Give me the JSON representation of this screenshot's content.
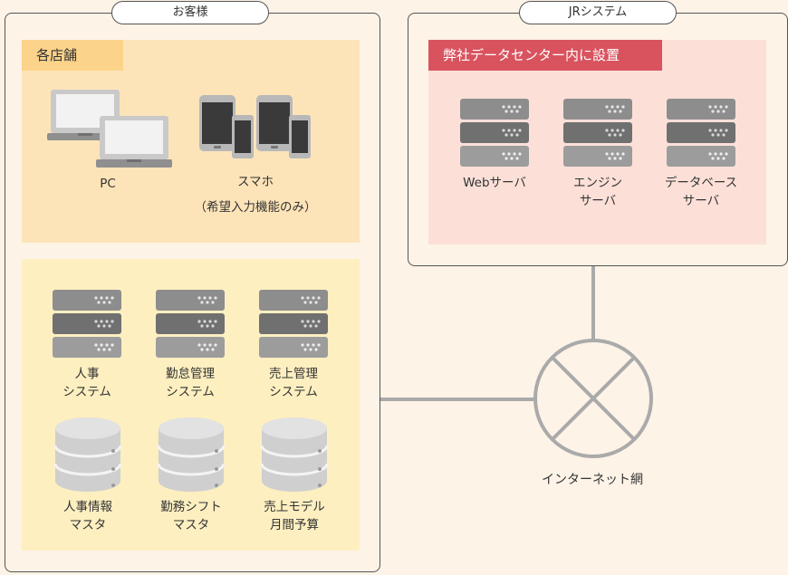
{
  "customer": {
    "title": "お客様",
    "stores": {
      "label": "各店舗",
      "devices": [
        {
          "icon": "laptop-pc-icon",
          "lines": [
            "PC"
          ]
        },
        {
          "icon": "smartphone-tablet-icon",
          "lines": [
            "スマホ",
            "（希望入力機能のみ）"
          ]
        }
      ]
    },
    "systems": [
      {
        "icon": "server-icon",
        "lines": [
          "人事",
          "システム"
        ]
      },
      {
        "icon": "server-icon",
        "lines": [
          "勤怠管理",
          "システム"
        ]
      },
      {
        "icon": "server-icon",
        "lines": [
          "売上管理",
          "システム"
        ]
      }
    ],
    "masters": [
      {
        "icon": "database-icon",
        "lines": [
          "人事情報",
          "マスタ"
        ]
      },
      {
        "icon": "database-icon",
        "lines": [
          "勤務シフト",
          "マスタ"
        ]
      },
      {
        "icon": "database-icon",
        "lines": [
          "売上モデル",
          "月間予算"
        ]
      }
    ]
  },
  "jr": {
    "title": "JRシステム",
    "datacenter": {
      "label": "弊社データセンター内に設置",
      "servers": [
        {
          "icon": "server-icon",
          "lines": [
            "Webサーバ"
          ]
        },
        {
          "icon": "server-icon",
          "lines": [
            "エンジン",
            "サーバ"
          ]
        },
        {
          "icon": "server-icon",
          "lines": [
            "データベース",
            "サーバ"
          ]
        }
      ]
    }
  },
  "internet": {
    "label": "インターネット網",
    "icon": "internet-network-icon"
  },
  "colors": {
    "background": "#fdf3e7",
    "store_zone": "#fde4b8",
    "store_label": "#fcd38a",
    "system_zone": "#fdefc0",
    "dc_zone": "#fce0d8",
    "dc_label": "#d9535f",
    "connector": "#aaaaaa"
  }
}
